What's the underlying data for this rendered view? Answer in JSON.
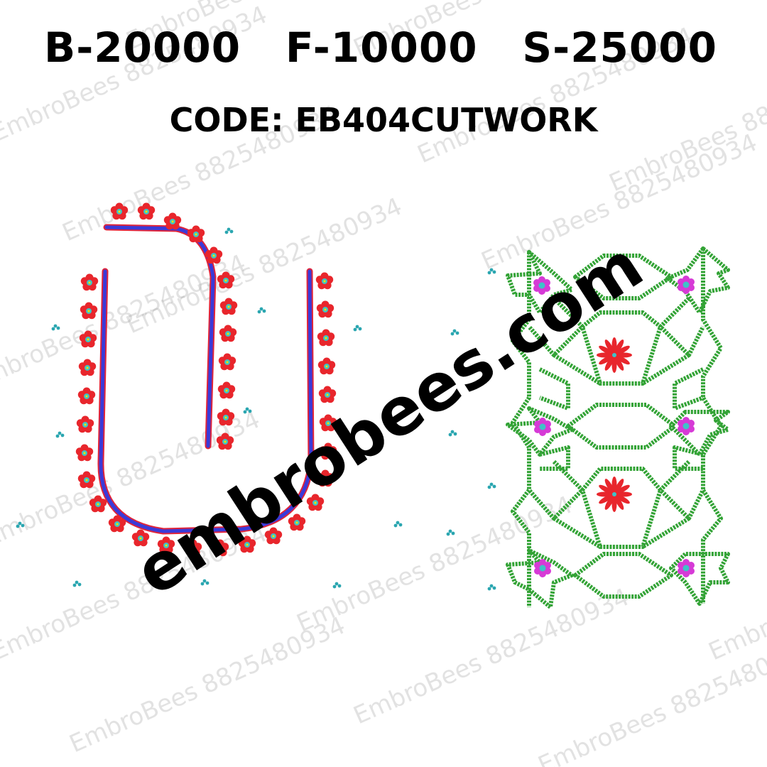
{
  "prices": {
    "b": "B-20000",
    "f": "F-10000",
    "s": "S-25000"
  },
  "code": "CODE: EB404CUTWORK",
  "website": "embrobees.com",
  "watermark": "EmbroBees 8825480934",
  "colors": {
    "flower_red": "#e8262c",
    "flower_center": "#3fc2c7",
    "piping_blue": "#3a3ad8",
    "piping_red": "#e0243a",
    "cutwork_green": "#33a336",
    "flower_magenta": "#d63ad6",
    "dot_teal": "#2aa6b0"
  },
  "designs": [
    {
      "name": "u-neck-flower-border",
      "motif": "red-flower-icon"
    },
    {
      "name": "cutwork-panel",
      "motif": "green-cutwork-lattice"
    }
  ]
}
